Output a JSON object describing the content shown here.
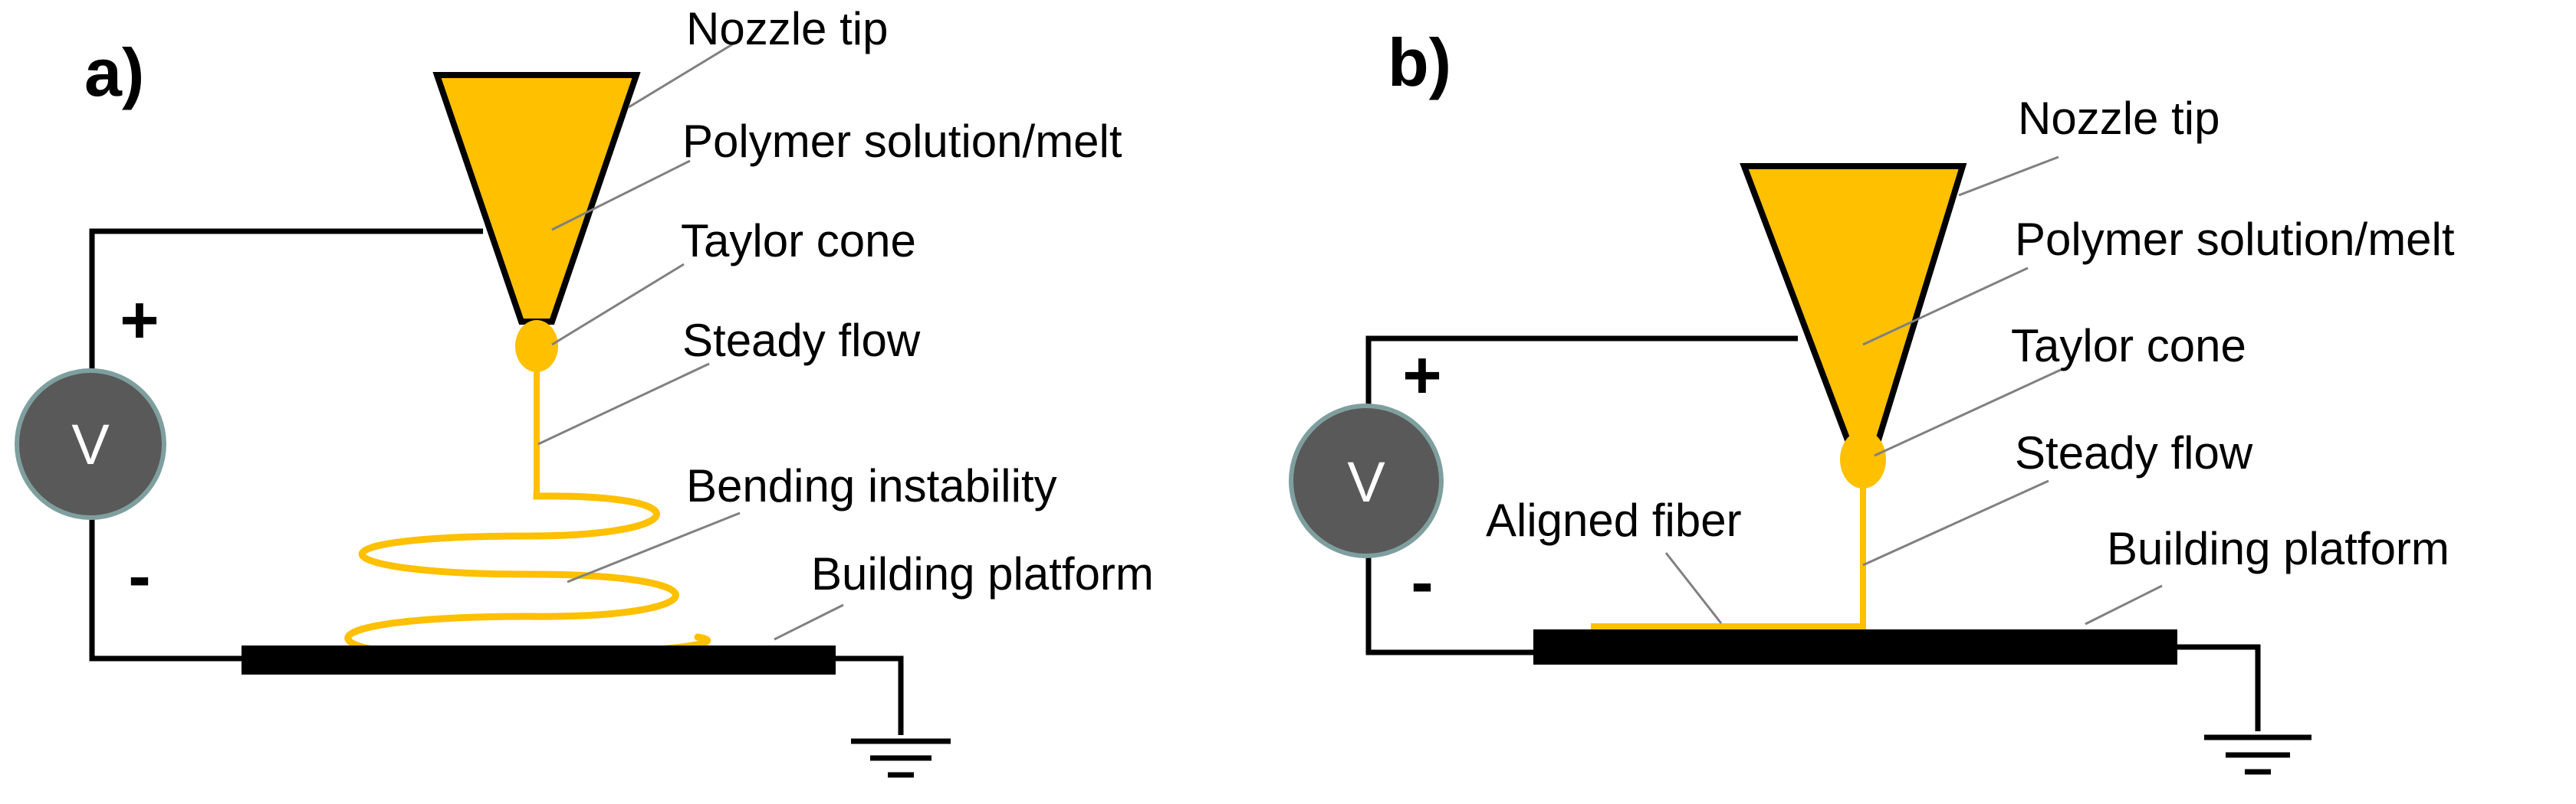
{
  "colors": {
    "polymer": "#ffc000",
    "nozzle_outline": "#000000",
    "voltmeter_fill": "#595959",
    "voltmeter_border": "#7f9f9f",
    "platform": "#000000",
    "leader_line": "#808080"
  },
  "panels": [
    {
      "id": "a",
      "label": "a)",
      "voltmeter": {
        "symbol": "V",
        "plus": "+",
        "minus": "-"
      },
      "annotations": {
        "nozzle_tip": "Nozzle tip",
        "polymer": "Polymer solution/melt",
        "taylor_cone": "Taylor cone",
        "steady_flow": "Steady flow",
        "bending": "Bending instability",
        "platform": "Building platform"
      }
    },
    {
      "id": "b",
      "label": "b)",
      "voltmeter": {
        "symbol": "V",
        "plus": "+",
        "minus": "-"
      },
      "annotations": {
        "nozzle_tip": "Nozzle tip",
        "polymer": "Polymer solution/melt",
        "taylor_cone": "Taylor cone",
        "steady_flow": "Steady flow",
        "aligned_fiber": "Aligned fiber",
        "platform": "Building platform"
      }
    }
  ]
}
